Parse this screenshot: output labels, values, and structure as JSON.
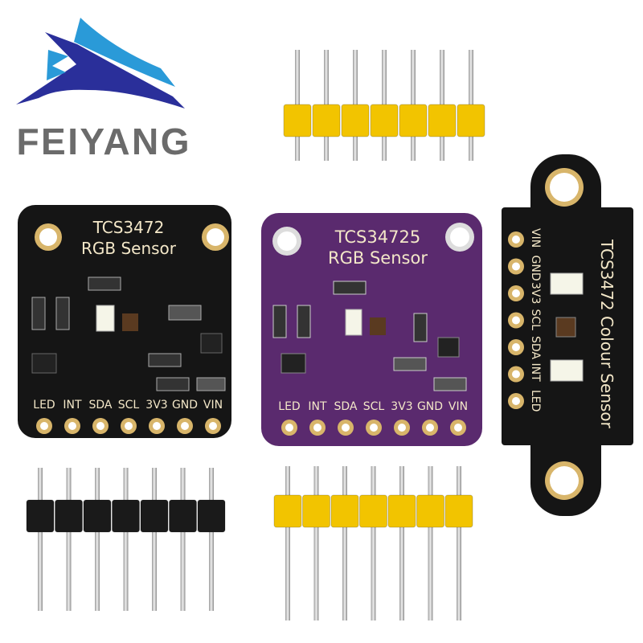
{
  "brand": {
    "name": "FEIYANG",
    "colors": {
      "dark_blue": "#2a2f9a",
      "light_blue": "#2a9ad8",
      "text_gray": "#6b6b6b"
    }
  },
  "boards": [
    {
      "title": "TCS3472",
      "subtitle": "RGB Sensor",
      "color": "#151515",
      "pins": [
        "LED",
        "INT",
        "SDA",
        "SCL",
        "3V3",
        "GND",
        "VIN"
      ]
    },
    {
      "title": "TCS34725",
      "subtitle": "RGB Sensor",
      "color": "#5a2a6e",
      "pins": [
        "LED",
        "INT",
        "SDA",
        "SCL",
        "3V3",
        "GND",
        "VIN"
      ]
    },
    {
      "title": "TCS3472 Colour Sensor",
      "color": "#151515",
      "pins": [
        "VIN",
        "GND",
        "3V3",
        "SCL",
        "SDA",
        "INT",
        "LED"
      ]
    }
  ],
  "headers": [
    {
      "color": "#f2c400",
      "pins": 7
    },
    {
      "color": "#1a1a1a",
      "pins": 7
    },
    {
      "color": "#f2c400",
      "pins": 7
    }
  ]
}
